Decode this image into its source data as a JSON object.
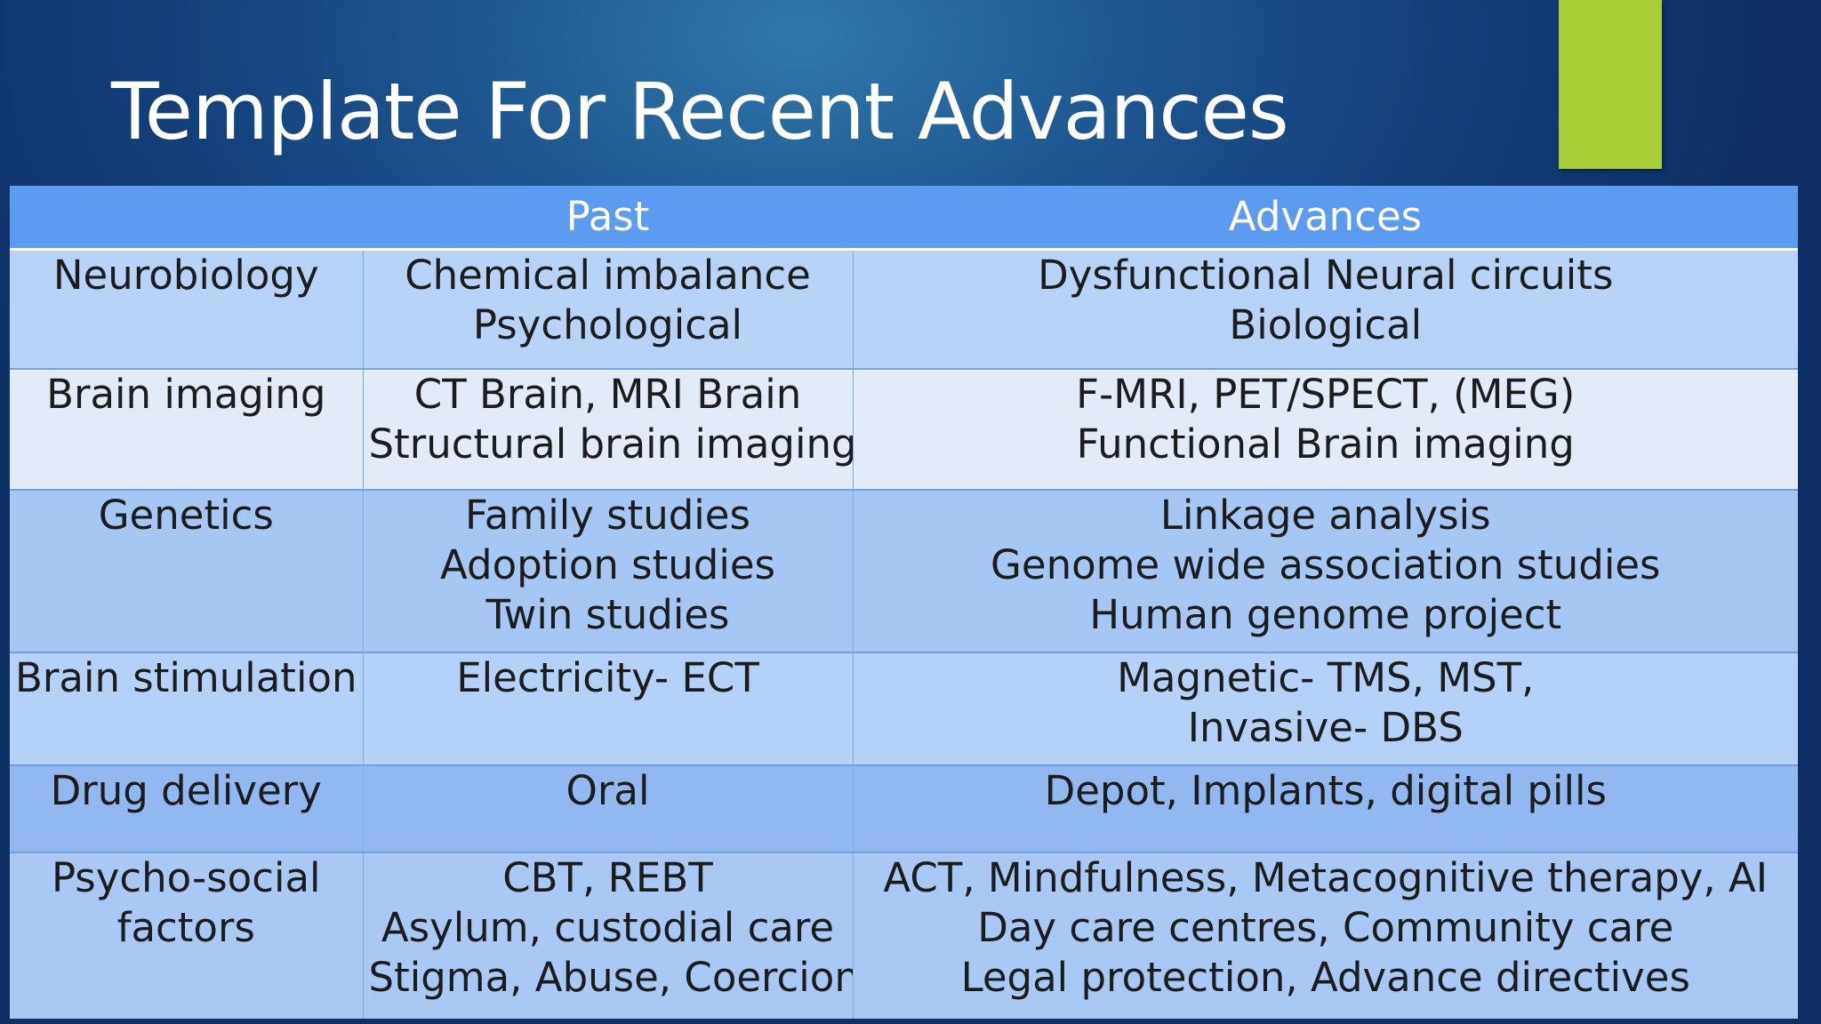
{
  "slide": {
    "title": "Template For Recent Advances",
    "accent_color": "#a8cd37",
    "header_color": "#5b9bf0"
  },
  "table": {
    "headers": [
      "",
      "Past",
      "Advances"
    ],
    "rows": [
      {
        "topic": [
          "Neurobiology"
        ],
        "past": [
          "Chemical imbalance",
          "Psychological"
        ],
        "advances": [
          "Dysfunctional Neural circuits",
          "Biological"
        ]
      },
      {
        "topic": [
          "Brain imaging"
        ],
        "past": [
          "CT Brain, MRI Brain",
          "Structural brain imaging"
        ],
        "advances": [
          "F-MRI, PET/SPECT, (MEG)",
          "Functional Brain imaging"
        ]
      },
      {
        "topic": [
          "Genetics"
        ],
        "past": [
          "Family studies",
          "Adoption studies",
          "Twin studies"
        ],
        "advances": [
          "Linkage analysis",
          "Genome wide association studies",
          "Human genome project"
        ]
      },
      {
        "topic": [
          "Brain stimulation"
        ],
        "past": [
          "Electricity- ECT"
        ],
        "advances": [
          "Magnetic- TMS, MST,",
          "Invasive- DBS"
        ]
      },
      {
        "topic": [
          "Drug delivery"
        ],
        "past": [
          "Oral"
        ],
        "advances": [
          "Depot, Implants, digital pills"
        ]
      },
      {
        "topic": [
          "Psycho-social",
          "factors"
        ],
        "past": [
          "CBT, REBT",
          "Asylum, custodial care",
          "Stigma, Abuse, Coercion"
        ],
        "advances": [
          "ACT, Mindfulness, Metacognitive therapy, AI",
          "Day care centres, Community care",
          "Legal protection, Advance directives"
        ]
      }
    ]
  }
}
